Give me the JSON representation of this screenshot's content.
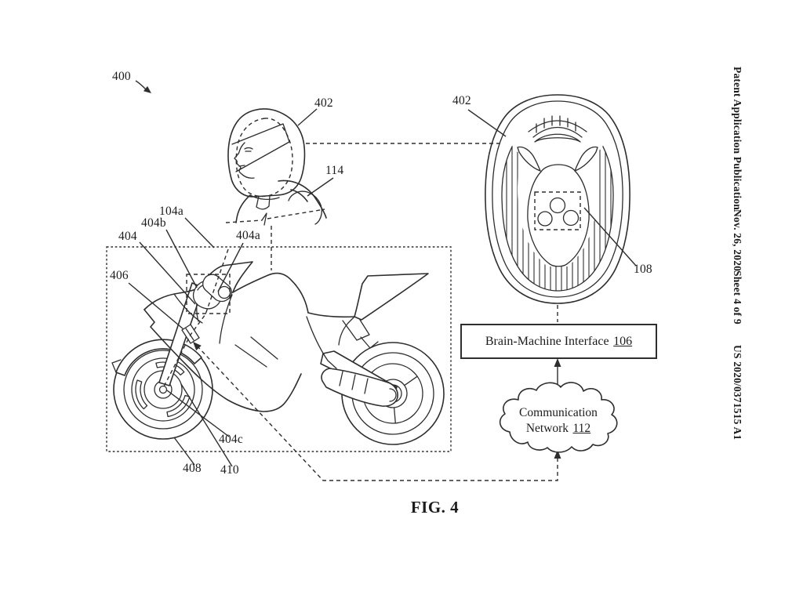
{
  "sidebar": {
    "publication": "Patent Application Publication",
    "date": "Nov. 26, 2020",
    "sheet": "Sheet 4 of 9",
    "doc_number": "US 2020/0371515 A1"
  },
  "figure": {
    "caption": "FIG. 4"
  },
  "refs": {
    "r400": "400",
    "r402_rider": "402",
    "r114": "114",
    "r104a": "104a",
    "r404b": "404b",
    "r404": "404",
    "r404a": "404a",
    "r406": "406",
    "r404c": "404c",
    "r408": "408",
    "r410": "410",
    "r402_top": "402",
    "r108": "108"
  },
  "bmi": {
    "label": "Brain-Machine Interface",
    "ref": "106"
  },
  "network": {
    "line1": "Communication",
    "line2": "Network",
    "ref": "112"
  },
  "colors": {
    "ink": "#2e2e2e",
    "paper": "#ffffff"
  }
}
